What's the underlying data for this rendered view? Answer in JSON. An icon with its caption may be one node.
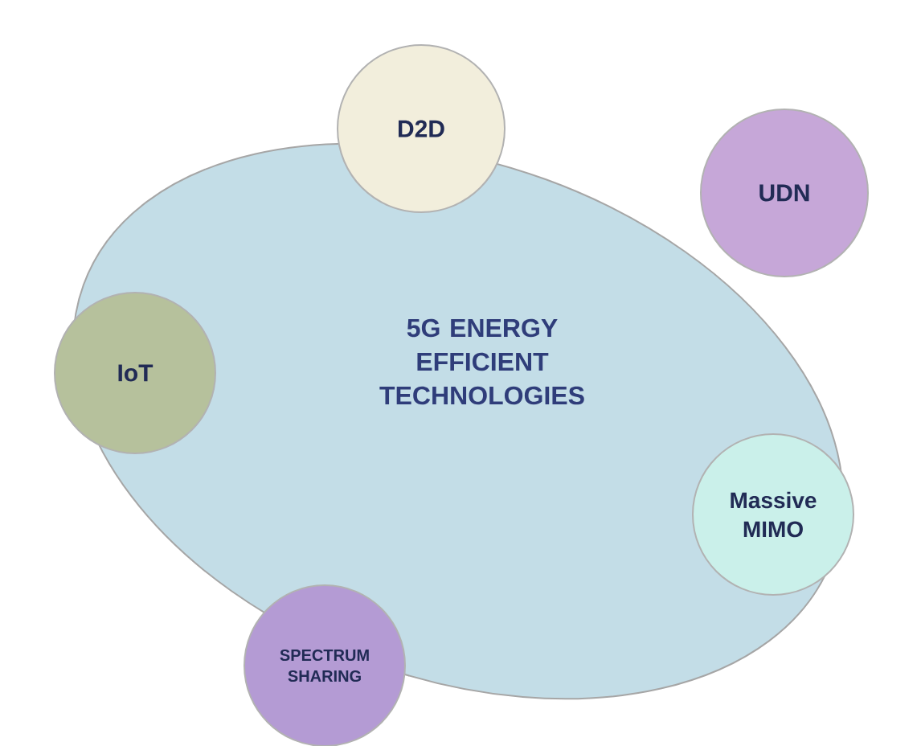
{
  "diagram": {
    "nodes": [
      {
        "text": [
          "5G ENERGY EFFICIENT TECHNOLOGIES"
        ]
      },
      {
        "text": [
          "D2D"
        ]
      },
      {
        "text": [
          "UDN"
        ]
      },
      {
        "text": [
          "IoT"
        ]
      },
      {
        "text": [
          "Massive MIMO"
        ]
      },
      {
        "text": [
          "SPECTRUM SHARING"
        ]
      }
    ]
  }
}
